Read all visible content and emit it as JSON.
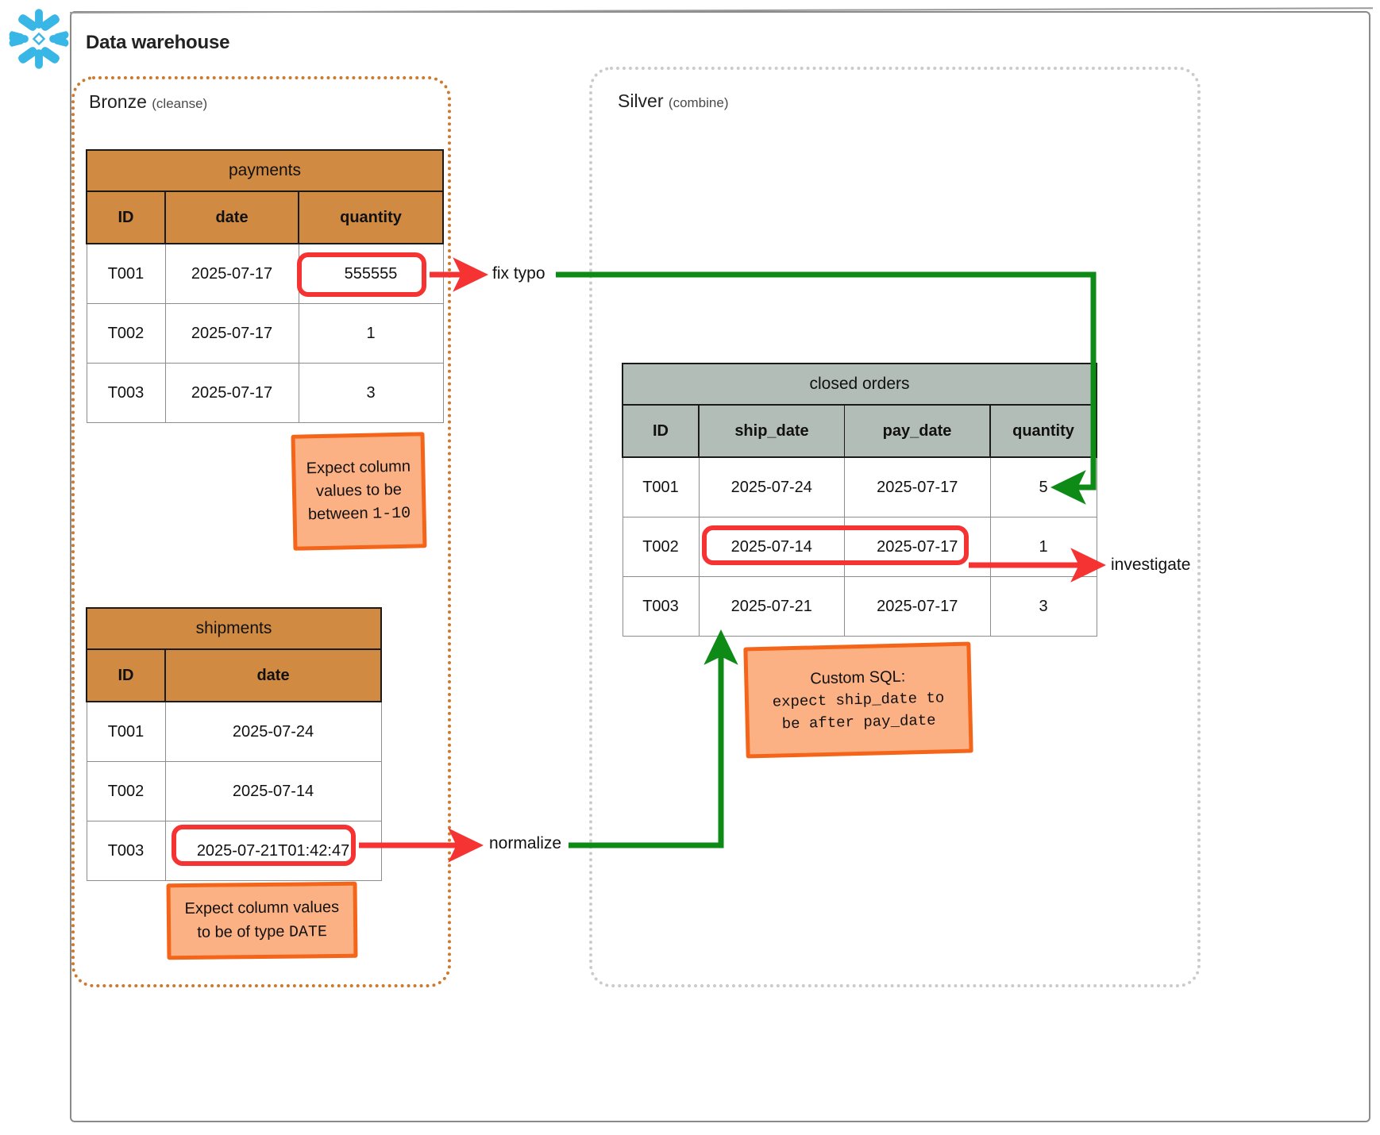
{
  "warehouse": {
    "title": "Data warehouse",
    "logo_icon": "snowflake-icon",
    "logo_color": "#38b6e6"
  },
  "zones": {
    "bronze": {
      "name": "Bronze",
      "subtitle": "(cleanse)",
      "border_color": "#cc7a2e"
    },
    "silver": {
      "name": "Silver",
      "subtitle": "(combine)",
      "border_color": "#c9cdc9"
    }
  },
  "tables": {
    "payments": {
      "title": "payments",
      "header_color": "#d08a42",
      "columns": [
        "ID",
        "date",
        "quantity"
      ],
      "rows": [
        [
          "T001",
          "2025-07-17",
          "555555"
        ],
        [
          "T002",
          "2025-07-17",
          "1"
        ],
        [
          "T003",
          "2025-07-17",
          "3"
        ]
      ]
    },
    "shipments": {
      "title": "shipments",
      "header_color": "#d08a42",
      "columns": [
        "ID",
        "date"
      ],
      "rows": [
        [
          "T001",
          "2025-07-24"
        ],
        [
          "T002",
          "2025-07-14"
        ],
        [
          "T003",
          "2025-07-21T01:42:47"
        ]
      ]
    },
    "closed_orders": {
      "title": "closed orders",
      "header_color": "#b3bdb8",
      "columns": [
        "ID",
        "ship_date",
        "pay_date",
        "quantity"
      ],
      "rows": [
        [
          "T001",
          "2025-07-24",
          "2025-07-17",
          "5"
        ],
        [
          "T002",
          "2025-07-14",
          "2025-07-17",
          "1"
        ],
        [
          "T003",
          "2025-07-21",
          "2025-07-17",
          "3"
        ]
      ]
    }
  },
  "edges": {
    "fix_typo": "fix typo",
    "normalize": "normalize",
    "investigate": "investigate",
    "red_color": "#f53333",
    "green_color": "#0e8a17"
  },
  "notes": {
    "range": {
      "lines": [
        "Expect column",
        "values to be",
        "between "
      ],
      "code_tail": "1-10",
      "fill": "#fcb185",
      "border": "#f4651a"
    },
    "type": {
      "lines": [
        "Expect column values",
        "to be of type "
      ],
      "code_tail": "DATE",
      "fill": "#fcb185",
      "border": "#f4651a"
    },
    "custom_sql": {
      "heading": "Custom SQL:",
      "lines": [
        "expect ship_date to",
        "be after pay_date"
      ],
      "fill": "#fcb185",
      "border": "#f4651a"
    }
  }
}
